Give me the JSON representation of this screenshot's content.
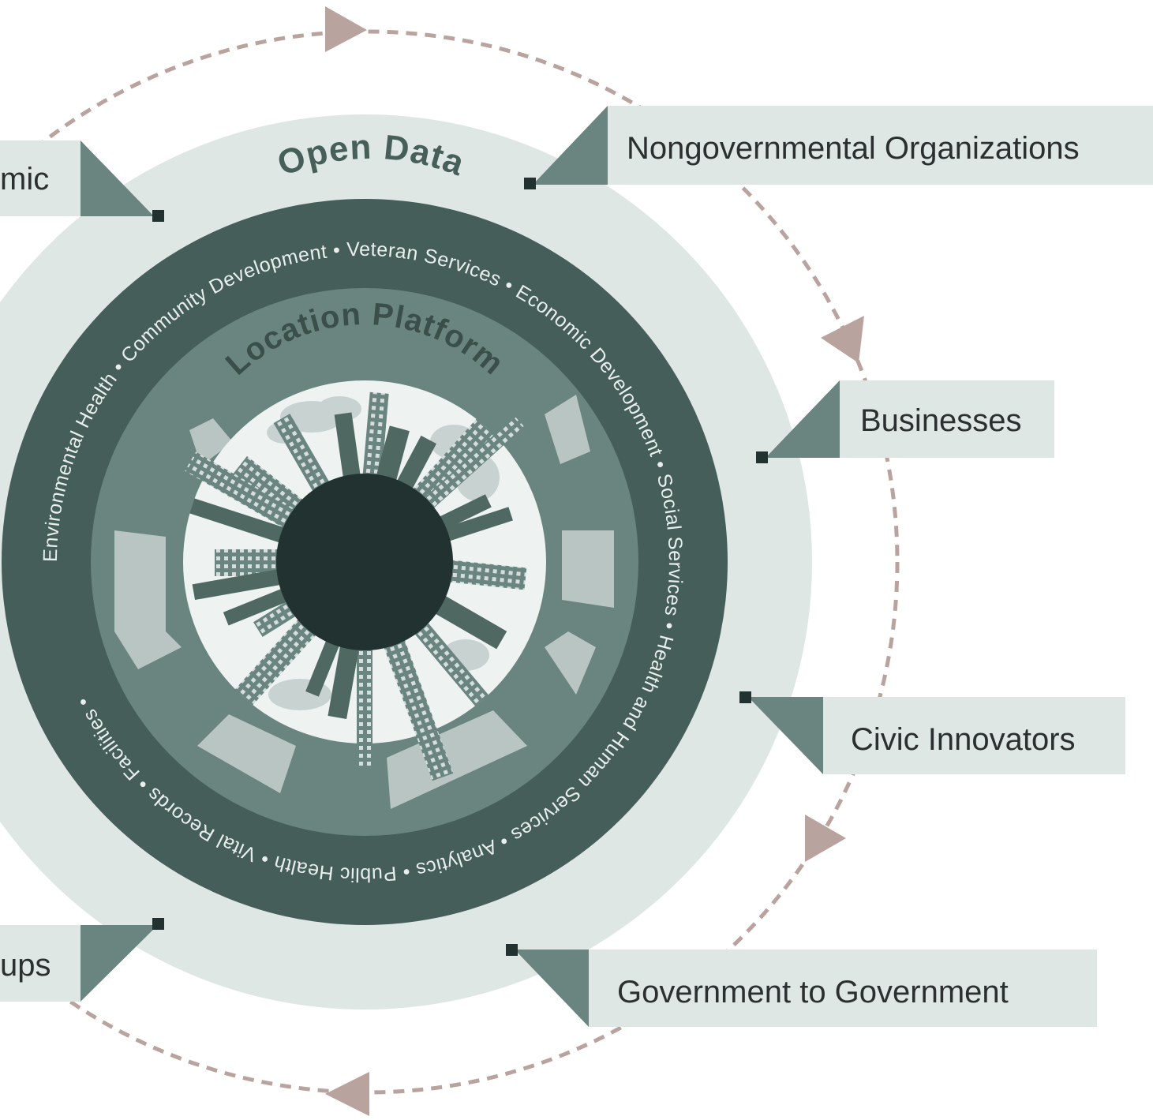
{
  "diagram": {
    "open_data_title": "Open Data",
    "location_platform_title": "Location Platform",
    "department_ring_text": "Environmental Health • Community Development • Veteran Services • Economic Development • Social Services • Health and Human Services • Analytics • Public Health • Vital Records • Facilities •",
    "stakeholders": [
      {
        "id": "academic",
        "label": "mic"
      },
      {
        "id": "ngo",
        "label": "Nongovernmental Organizations"
      },
      {
        "id": "businesses",
        "label": "Businesses"
      },
      {
        "id": "civic",
        "label": "Civic Innovators"
      },
      {
        "id": "g2g",
        "label": "Government to Government"
      },
      {
        "id": "groups",
        "label": "ups"
      }
    ],
    "colors": {
      "outer_ring": "#dfe7e4",
      "dark_ring": "#455e59",
      "mid_ring": "#6a857f",
      "inner_bg": "#eef3f2",
      "core": "#223230",
      "arrow": "#b9a39e",
      "label_bg": "#dfe7e4",
      "label_flag": "#6a857f"
    }
  }
}
